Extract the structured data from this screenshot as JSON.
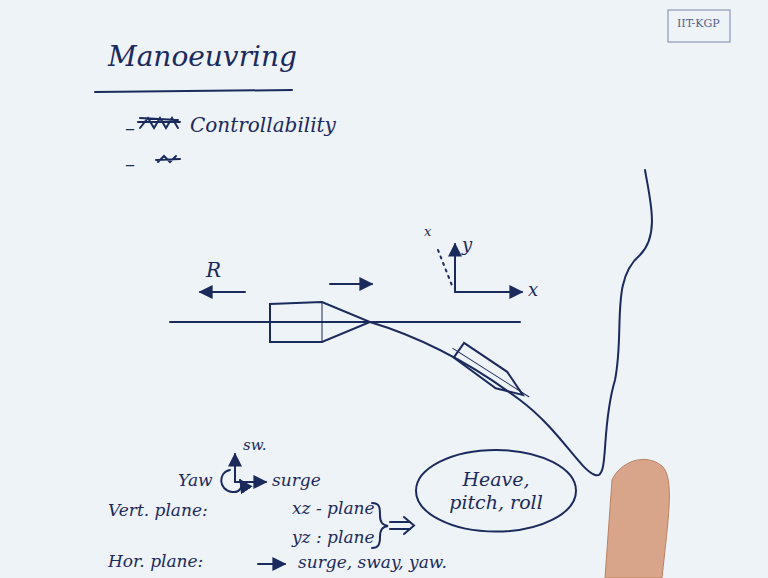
{
  "diagram": {
    "title": "Manoeuvring",
    "nodes": [
      {
        "text": [
          "Heave, pitch, roll"
        ]
      }
    ],
    "labels": [
      "–",
      "Controllability",
      "–",
      "R",
      "y",
      "x",
      "x",
      "sw.",
      "Yaw",
      "surge",
      "Vert. plane:",
      "xz - plane",
      "yz : plane",
      "Hor. plane:",
      "surge, sway, yaw.",
      "IIT-KGP"
    ]
  }
}
